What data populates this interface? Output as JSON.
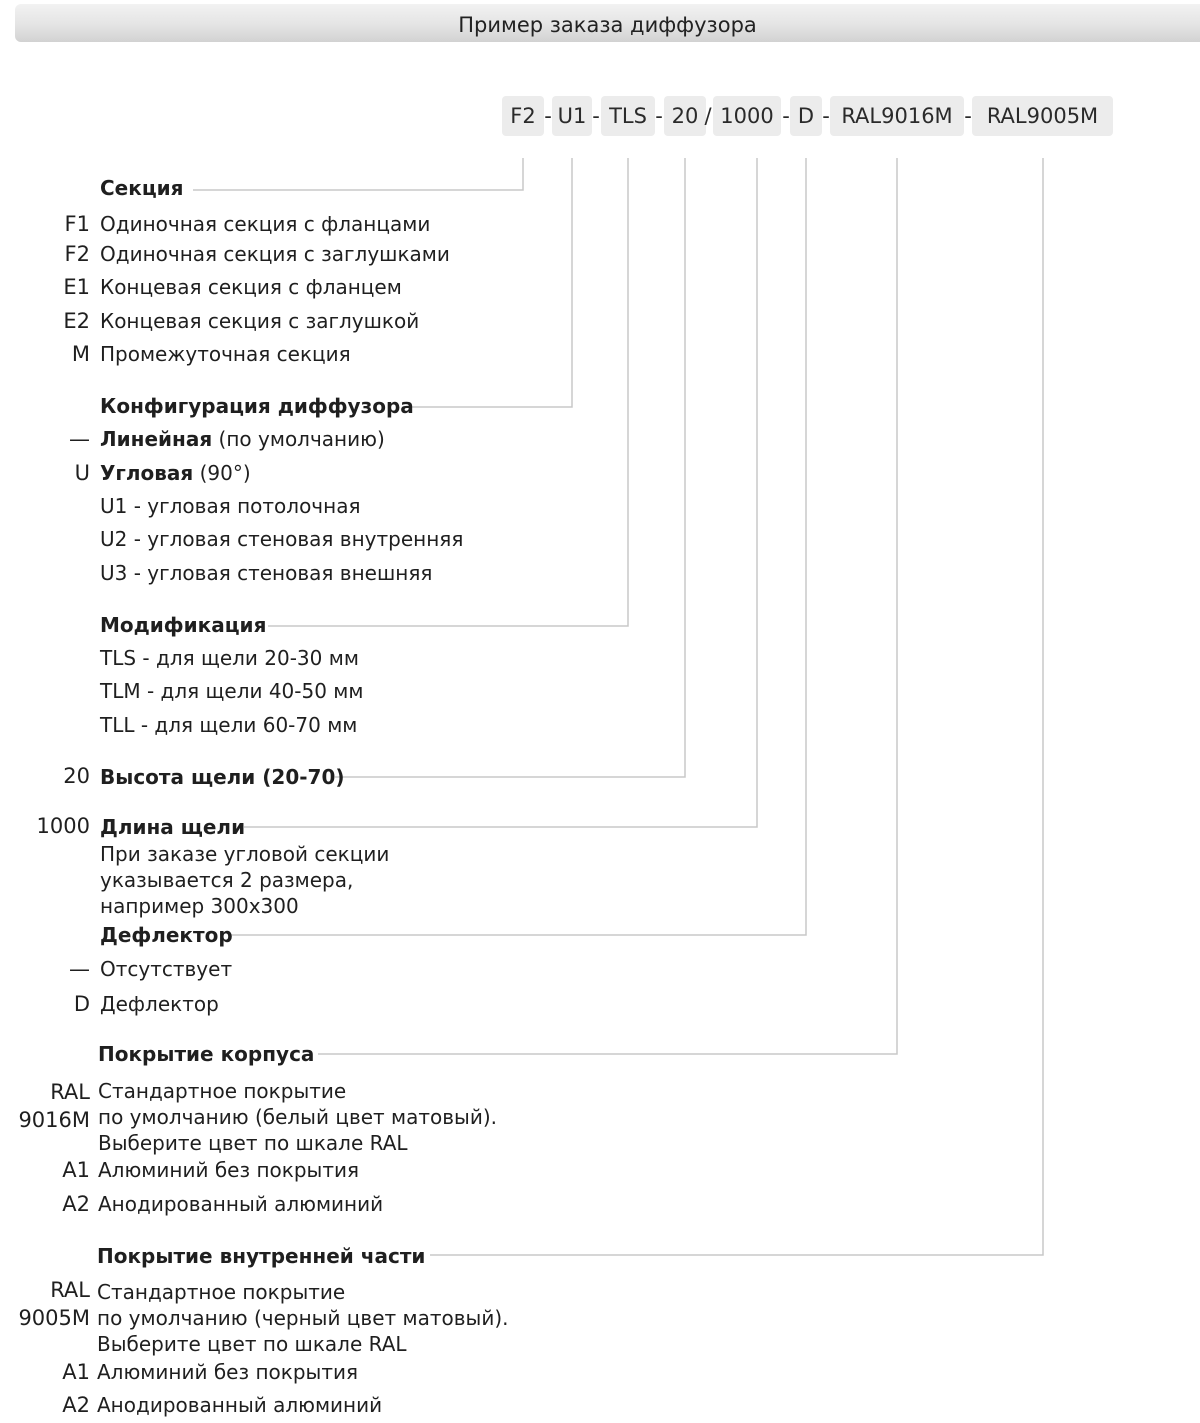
{
  "banner": {
    "title": "Пример заказа диффузора"
  },
  "order_code": {
    "parts": [
      "F2",
      "U1",
      "TLS",
      "20",
      "1000",
      "D",
      "RAL9016M",
      "RAL9005M"
    ],
    "separators": [
      "-",
      "-",
      "-",
      "/",
      "-",
      "-",
      "-"
    ]
  },
  "sections": {
    "section": {
      "title": "Секция",
      "items": [
        {
          "code": "F1",
          "text": "Одиночная секция с  фланцами"
        },
        {
          "code": "F2",
          "text": "Одиночная секция с заглушками"
        },
        {
          "code": "E1",
          "text": "Концевая секция с фланцем"
        },
        {
          "code": "E2",
          "text": "Концевая секция с заглушкой"
        },
        {
          "code": "M",
          "text": "Промежуточная секция"
        }
      ]
    },
    "config": {
      "title": "Конфигурация диффузора",
      "linear": {
        "code": "—",
        "bold": "Линейная",
        "rest": " (по умолчанию)"
      },
      "angular": {
        "code": "U",
        "bold": "Угловая",
        "rest": " (90°)"
      },
      "subitems": [
        "U1 - угловая потолочная",
        "U2 - угловая стеновая внутренняя",
        "U3 - угловая стеновая внешняя"
      ]
    },
    "modification": {
      "title": "Модификация",
      "items": [
        "TLS -  для щели 20-30 мм",
        "TLM -  для щели 40-50 мм",
        "TLL -  для щели 60-70 мм"
      ]
    },
    "height": {
      "code": "20",
      "title": "Высота щели (20-70)"
    },
    "length": {
      "code": "1000",
      "title": "Длина щели",
      "note": "При заказе угловой секции\nуказывается 2 размера,\nнапример 300х300"
    },
    "deflector": {
      "title": "Дефлектор",
      "items": [
        {
          "code": "—",
          "text": "Отсутствует"
        },
        {
          "code": "D",
          "text": "Дефлектор"
        }
      ]
    },
    "body_coating": {
      "title": "Покрытие корпуса",
      "ral_code": "RAL\n9016M",
      "ral_text": "Стандартное покрытие\nпо умолчанию (белый цвет матовый).\nВыберите цвет по шкале RAL",
      "items": [
        {
          "code": "A1",
          "text": "Алюминий без покрытия"
        },
        {
          "code": "A2",
          "text": "Анодированный алюминий"
        }
      ]
    },
    "inner_coating": {
      "title": "Покрытие внутренней части",
      "ral_code": "RAL\n9005M",
      "ral_text": "Стандартное покрытие\nпо умолчанию (черный цвет матовый).\nВыберите цвет по шкале RAL",
      "items": [
        {
          "code": "A1",
          "text": "Алюминий без покрытия"
        },
        {
          "code": "A2",
          "text": "Анодированный алюминий"
        }
      ]
    }
  },
  "colors": {
    "line": "#c8c8c8",
    "box": "#ececec",
    "text": "#1f1f1f"
  }
}
